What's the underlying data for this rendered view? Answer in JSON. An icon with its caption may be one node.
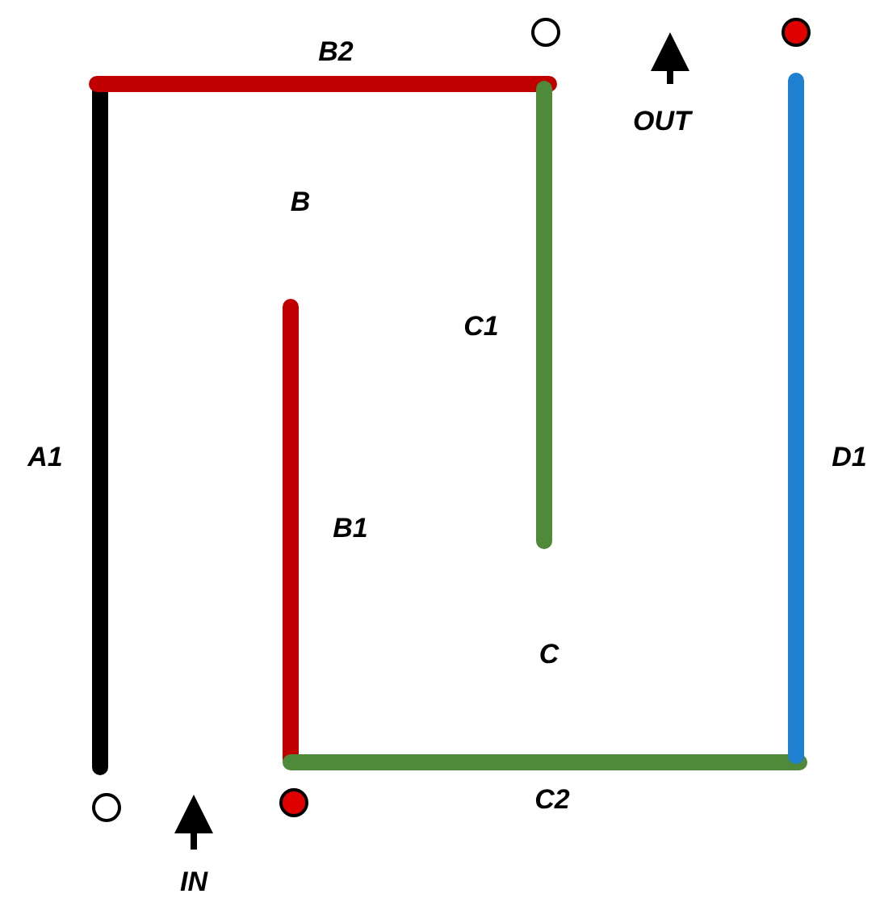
{
  "diagram": {
    "labels": [
      "B2",
      "OUT",
      "B",
      "C1",
      "A1",
      "D1",
      "B1",
      "C",
      "C2",
      "IN"
    ]
  }
}
